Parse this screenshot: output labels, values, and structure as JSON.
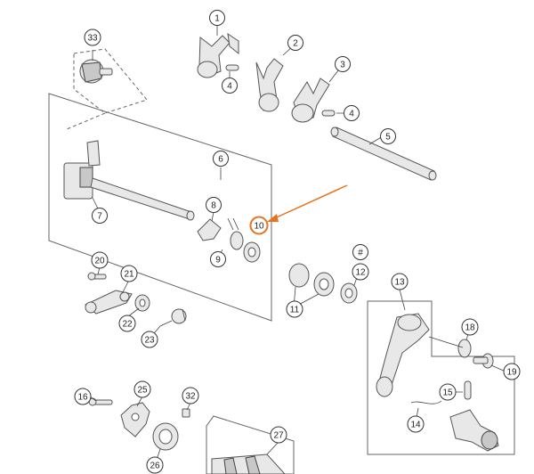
{
  "diagram": {
    "callouts": {
      "c1": "1",
      "c2": "2",
      "c3": "3",
      "c4a": "4",
      "c4b": "4",
      "c5": "5",
      "c6": "6",
      "c7": "7",
      "c8": "8",
      "c9": "9",
      "c10": "10",
      "c11": "11",
      "c12": "12",
      "c12_hash": "#",
      "c13": "13",
      "c14": "14",
      "c15": "15",
      "c16": "16",
      "c18": "18",
      "c19": "19",
      "c20": "20",
      "c21": "21",
      "c22": "22",
      "c23": "23",
      "c25": "25",
      "c26": "26",
      "c27": "27",
      "c32": "32",
      "c33": "33"
    },
    "highlighted_part": "10",
    "colors": {
      "highlight": "#e8731f",
      "line": "#444444",
      "part_fill": "#e8e8e8"
    }
  }
}
